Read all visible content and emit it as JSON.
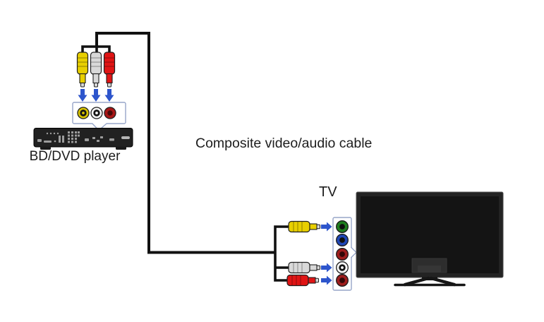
{
  "diagram": {
    "labels": {
      "source_device": "BD/DVD player",
      "cable": "Composite video/audio cable",
      "target_device": "TV"
    },
    "colors": {
      "cable_line": "#111111",
      "arrow": "#2d55cc",
      "callout_border": "#97a6c9",
      "plug_yellow": "#e8cf00",
      "plug_white": "#d9d9d9",
      "plug_red": "#e01414",
      "jack_yellow": "#d8c400",
      "jack_white": "#f5f5f5",
      "jack_red": "#a81616",
      "jack_green": "#1f7d1f",
      "jack_blue": "#1f46b5",
      "jack_maroon": "#9e1d1d",
      "player_body": "#212121",
      "tv_bezel": "#232323",
      "tv_screen": "#141414"
    },
    "player_output_jacks": [
      "composite-video-yellow",
      "audio-left-white",
      "audio-right-red"
    ],
    "cable_plugs_player_end": [
      "yellow-video-plug",
      "white-audio-plug",
      "red-audio-plug"
    ],
    "cable_plugs_tv_end": [
      "yellow-video-plug",
      "white-audio-plug",
      "red-audio-plug"
    ],
    "tv_input_jacks": [
      "component-y-green",
      "component-pb-blue",
      "component-pr-red",
      "audio-left-white",
      "audio-right-red"
    ]
  }
}
